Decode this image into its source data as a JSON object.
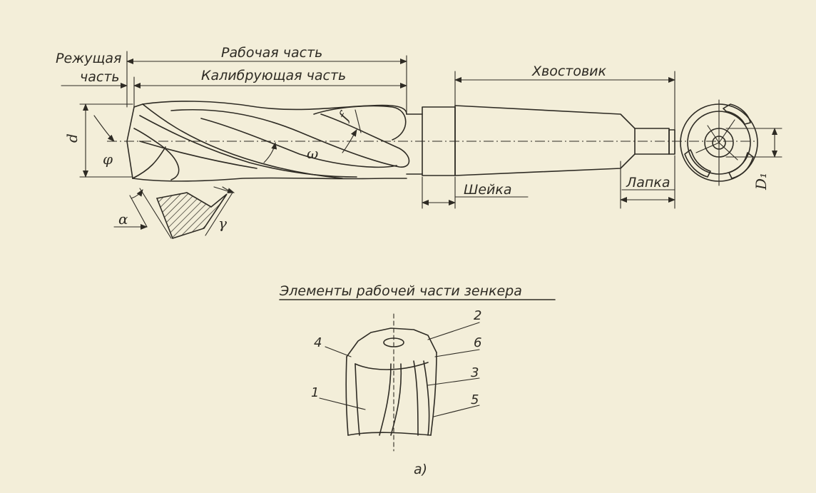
{
  "labels": {
    "cutting_part_line1": "Режущая",
    "cutting_part_line2": "часть",
    "working_part": "Рабочая часть",
    "calibrating_part": "Калибрующая часть",
    "shank": "Хвостовик",
    "neck": "Шейка",
    "tang": "Лапка",
    "caption": "Элементы рабочей части зенкера",
    "figure": "а)"
  },
  "symbols": {
    "d": "d",
    "phi": "φ",
    "omega": "ω",
    "f": "f",
    "alpha": "α",
    "gamma": "γ",
    "D1": "D₁"
  },
  "detail_numbers": [
    "1",
    "2",
    "3",
    "4",
    "5",
    "6"
  ]
}
